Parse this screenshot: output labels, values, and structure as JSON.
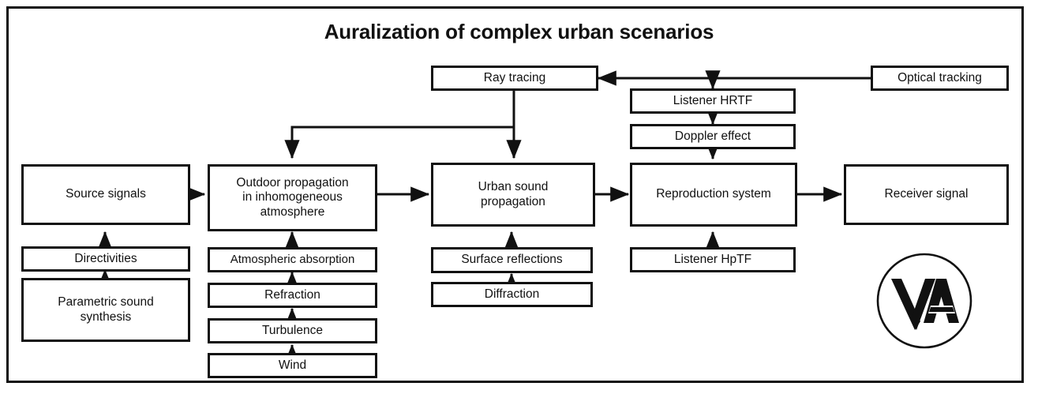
{
  "diagram": {
    "title": "Auralization of complex urban scenarios",
    "frame_color": "#111111",
    "background_color": "#ffffff",
    "line_color": "#111111"
  },
  "nodes": {
    "source_signals": "Source signals",
    "directivities": "Directivities",
    "parametric_sound_synthesis": "Parametric sound\nsynthesis",
    "outdoor_propagation": "Outdoor propagation\nin inhomogeneous\natmosphere",
    "atmospheric_absorption": "Atmospheric absorption",
    "refraction": "Refraction",
    "turbulence": "Turbulence",
    "wind": "Wind",
    "ray_tracing": "Ray tracing",
    "urban_sound_propagation": "Urban sound\npropagation",
    "surface_reflections": "Surface reflections",
    "diffraction": "Diffraction",
    "listener_hrtf": "Listener HRTF",
    "doppler_effect": "Doppler effect",
    "reproduction_system": "Reproduction system",
    "listener_hptf": "Listener HpTF",
    "optical_tracking": "Optical tracking",
    "receiver_signal": "Receiver signal"
  },
  "logo": {
    "name": "va-logo",
    "text": "VA"
  }
}
